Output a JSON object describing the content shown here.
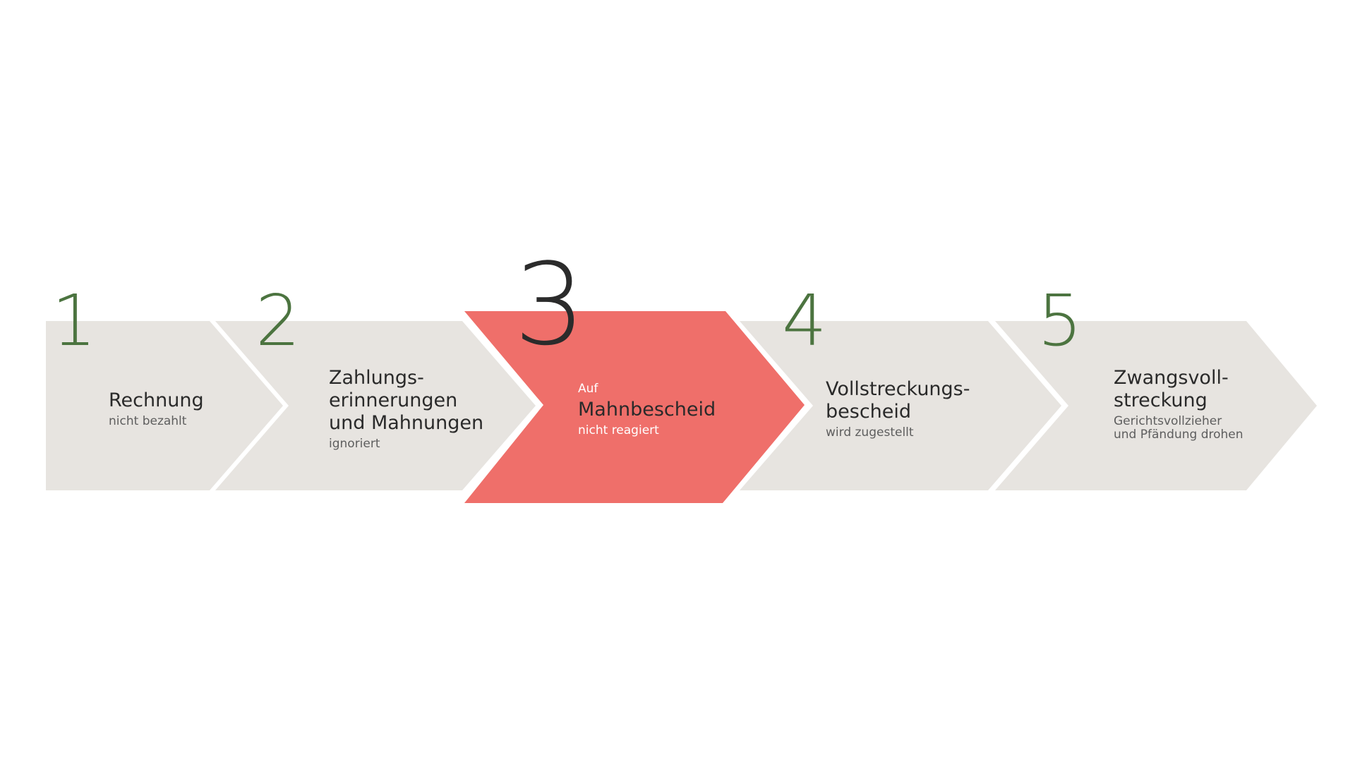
{
  "colors": {
    "step_fill": "#e7e4e0",
    "active_fill": "#ef6f6a",
    "number_color": "#4c7440",
    "active_number_color": "#2b2b2b",
    "text_dark": "#2a2a2a",
    "text_muted": "#5e5e5e"
  },
  "steps": [
    {
      "number": "1",
      "pre": "",
      "title": "Rechnung",
      "sub": "nicht bezahlt",
      "active": false
    },
    {
      "number": "2",
      "pre": "",
      "title": "Zahlungs-\nerinnerungen\nund Mahnungen",
      "sub": "ignoriert",
      "active": false
    },
    {
      "number": "3",
      "pre": "Auf",
      "title": "Mahnbescheid",
      "sub": "nicht reagiert",
      "active": true
    },
    {
      "number": "4",
      "pre": "",
      "title": "Vollstreckungs-\nbescheid",
      "sub": "wird zugestellt",
      "active": false
    },
    {
      "number": "5",
      "pre": "",
      "title": "Zwangsvoll-\nstreckung",
      "sub": "Gerichtsvollzieher\nund Pfändung drohen",
      "active": false
    }
  ]
}
